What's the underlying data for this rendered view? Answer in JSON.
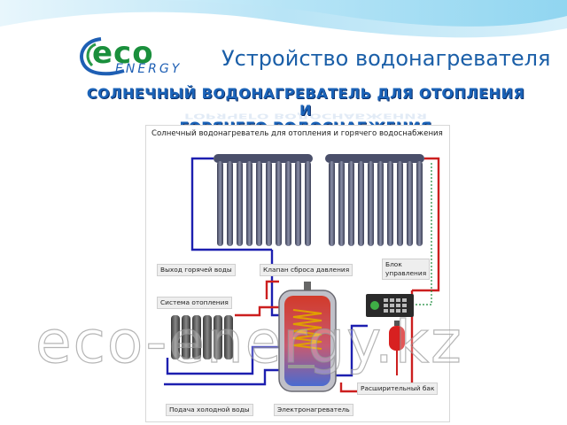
{
  "header": {
    "logo_text_top": "eco",
    "logo_text_bottom": "ENERGY",
    "page_title": "Устройство водонагревателя"
  },
  "subtitle": {
    "line1": "СОЛНЕЧНЫЙ ВОДОНАГРЕВАТЕЛЬ ДЛЯ ОТОПЛЕНИЯ И",
    "line2": "ГОРЯЧЕГО ВОДОСНАБЖЕНИЯ"
  },
  "diagram": {
    "title": "Солнечный водонагреватель для отопления и горячего водоснабжения",
    "labels": {
      "hot_water_out": "Выход горячей воды",
      "pressure_valve": "Клапан сброса давления",
      "control_unit_line1": "Блок",
      "control_unit_line2": "управления",
      "heating_system": "Система отопления",
      "expansion_tank": "Расширительный бак",
      "cold_water_in": "Подача холодной воды",
      "electric_heater": "Электронагреватель"
    },
    "colors": {
      "hot_pipe": "#cc1f1f",
      "cold_pipe": "#1d1fb0",
      "collector": "#4a4f6a",
      "tank_hot": "#d23a2a",
      "tank_cold": "#4a6bd0",
      "control_box": "#2a2a2a",
      "sensor_line": "#1a8a3a"
    }
  },
  "watermark": "eco-energy.kz"
}
